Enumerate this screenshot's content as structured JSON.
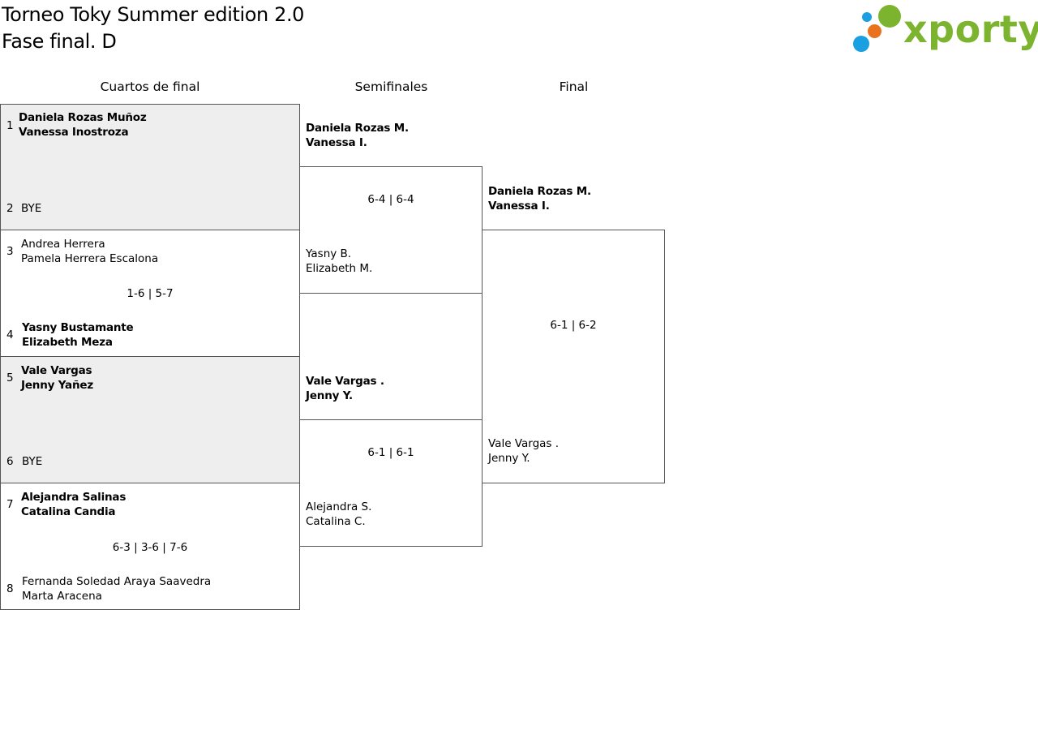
{
  "header": {
    "title": "Torneo Toky Summer edition 2.0",
    "subtitle": "Fase final. D",
    "logo_text": "xporty",
    "logo_colors": {
      "green": "#7db42f",
      "blue": "#1a9fe0",
      "orange": "#e8731c"
    }
  },
  "columns": [
    "Cuartos de final",
    "Semifinales",
    "Final"
  ],
  "colors": {
    "bye_match_bg": "#eeeeee",
    "border": "#555555"
  },
  "quarterfinals": [
    {
      "top": {
        "seed": "1",
        "players": [
          "Daniela Rozas Muñoz",
          "Vanessa Inostroza"
        ],
        "winner": true
      },
      "bottom": {
        "seed": "2",
        "players": [
          "BYE"
        ],
        "winner": false
      },
      "score": ""
    },
    {
      "top": {
        "seed": "3",
        "players": [
          "Andrea Herrera",
          "Pamela Herrera Escalona"
        ],
        "winner": false
      },
      "bottom": {
        "seed": "4",
        "players": [
          "Yasny Bustamante",
          "Elizabeth Meza"
        ],
        "winner": true
      },
      "score": "1-6 | 5-7"
    },
    {
      "top": {
        "seed": "5",
        "players": [
          "Vale Vargas",
          "Jenny Yañez"
        ],
        "winner": true
      },
      "bottom": {
        "seed": "6",
        "players": [
          "BYE"
        ],
        "winner": false
      },
      "score": ""
    },
    {
      "top": {
        "seed": "7",
        "players": [
          "Alejandra Salinas",
          "Catalina Candia"
        ],
        "winner": true
      },
      "bottom": {
        "seed": "8",
        "players": [
          "Fernanda Soledad Araya Saavedra",
          "Marta Aracena"
        ],
        "winner": false
      },
      "score": "6-3 | 3-6 | 7-6"
    }
  ],
  "semifinals": [
    {
      "top": {
        "players": [
          "Daniela Rozas M.",
          "Vanessa I."
        ],
        "winner": true
      },
      "bottom": {
        "players": [
          "Yasny B.",
          "Elizabeth M."
        ],
        "winner": false
      },
      "score": "6-4 | 6-4"
    },
    {
      "top": {
        "players": [
          "Vale Vargas .",
          "Jenny Y."
        ],
        "winner": true
      },
      "bottom": {
        "players": [
          "Alejandra S.",
          "Catalina C."
        ],
        "winner": false
      },
      "score": "6-1 | 6-1"
    }
  ],
  "final": {
    "top": {
      "players": [
        "Daniela Rozas M.",
        "Vanessa I."
      ],
      "winner": true
    },
    "bottom": {
      "players": [
        "Vale Vargas .",
        "Jenny Y."
      ],
      "winner": false
    },
    "score": "6-1 | 6-2"
  }
}
